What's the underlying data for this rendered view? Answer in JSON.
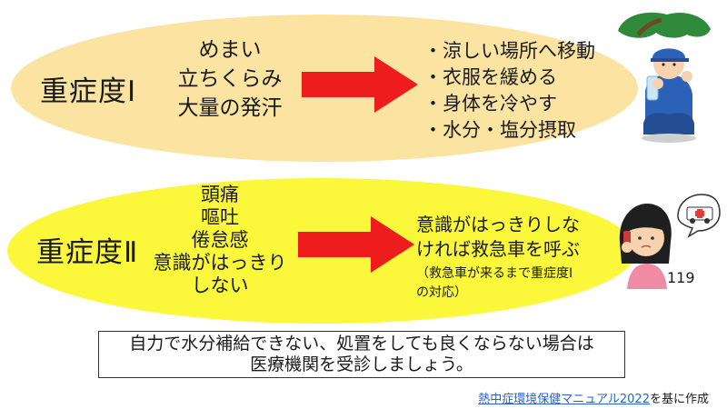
{
  "level1": {
    "title": "重症度Ⅰ",
    "symptoms": [
      "めまい",
      "立ちくらみ",
      "大量の発汗"
    ],
    "actions": [
      "・涼しい場所へ移動",
      "・衣服を緩める",
      "・身体を冷やす",
      "・水分・塩分摂取"
    ]
  },
  "level2": {
    "title": "重症度Ⅱ",
    "symptoms": [
      "頭痛",
      "嘔吐",
      "倦怠感",
      "意識がはっきり",
      "しない"
    ],
    "action_lines": [
      "意識がはっきりしな",
      "ければ救急車を呼ぶ"
    ],
    "note_lines": [
      "（救急車が来るまで重症度Ⅰ",
      "の対応）"
    ],
    "phone_number": "119"
  },
  "note": [
    "自力で水分補給できない、処置をしても良くならない場合は",
    "医療機関を受診しましょう。"
  ],
  "source": {
    "link_text": "熱中症環境保健マニュアル2022",
    "suffix": "を基に作成"
  },
  "colors": {
    "level1_fill": "#fbe3a2",
    "level2_fill": "#fbf73a",
    "arrow": "#ee1c1c",
    "link": "#2a63c6"
  },
  "illustrations": [
    "seated-worker-drinking-icon",
    "woman-calling-ambulance-icon"
  ]
}
